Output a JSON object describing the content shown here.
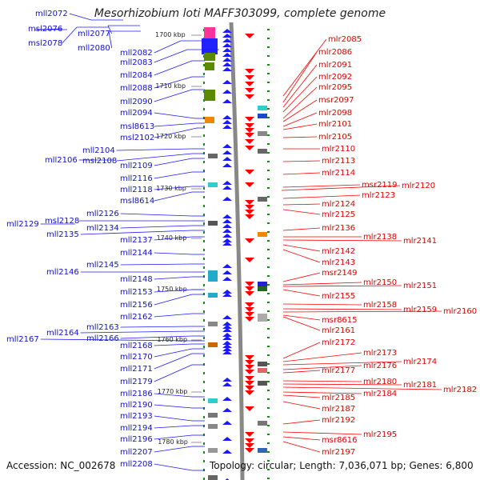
{
  "title": "Mesorhizobium loti MAFF303099, complete genome",
  "footer": {
    "accession": "Accession: NC_002678",
    "stats": "Topology: circular; Length: 7,036,071 bp; Genes: 6,800"
  },
  "colors": {
    "left_strand": "#1a1aff",
    "right_strand": "#ff0000",
    "axis": "#888888",
    "tick": "#1a8a1a"
  },
  "kbp_ticks": [
    "1700 kbp",
    "1710 kbp",
    "1720 kbp",
    "1730 kbp",
    "1740 kbp",
    "1750 kbp",
    "1760 kbp",
    "1770 kbp",
    "1780 kbp"
  ],
  "left_labels": [
    "mll2072",
    "msl2076",
    "mll2077",
    "msl2078",
    "mll2080",
    "mll2082",
    "mll2083",
    "mll2084",
    "mll2088",
    "mll2090",
    "mll2094",
    "msl8613",
    "msl2102",
    "mll2104",
    "mll2106",
    "msl2108",
    "mll2109",
    "mll2116",
    "mll2118",
    "msl8614",
    "mll2126",
    "mll2129",
    "msl2128",
    "mll2134",
    "mll2135",
    "mll2137",
    "mll2144",
    "mll2145",
    "mll2146",
    "mll2148",
    "mll2153",
    "mll2156",
    "mll2162",
    "mll2163",
    "mll2164",
    "mll2167",
    "mll2166",
    "mll2168",
    "mll2170",
    "mll2171",
    "mll2179",
    "mll2186",
    "mll2190",
    "mll2193",
    "mll2194",
    "mll2196",
    "mll2207",
    "mll2208"
  ],
  "right_labels": [
    "mlr2085",
    "mlr2086",
    "mlr2091",
    "mlr2092",
    "mlr2095",
    "msr2097",
    "mlr2098",
    "mlr2101",
    "mlr2105",
    "mlr2110",
    "mlr2113",
    "mlr2114",
    "msr2119",
    "mlr2120",
    "mlr2123",
    "mlr2124",
    "mlr2125",
    "mlr2136",
    "mlr2138",
    "mlr2141",
    "mlr2142",
    "mlr2143",
    "msr2149",
    "mlr2150",
    "mlr2151",
    "mlr2155",
    "mlr2158",
    "mlr2159",
    "mlr2160",
    "msr8615",
    "mlr2161",
    "mlr2172",
    "mlr2173",
    "mlr2174",
    "mlr2176",
    "mlr2177",
    "mlr2180",
    "mlr2181",
    "mlr2182",
    "mlr2184",
    "mlr2185",
    "mlr2187",
    "mlr2192",
    "mlr2195",
    "msr8616",
    "mlr2197"
  ]
}
